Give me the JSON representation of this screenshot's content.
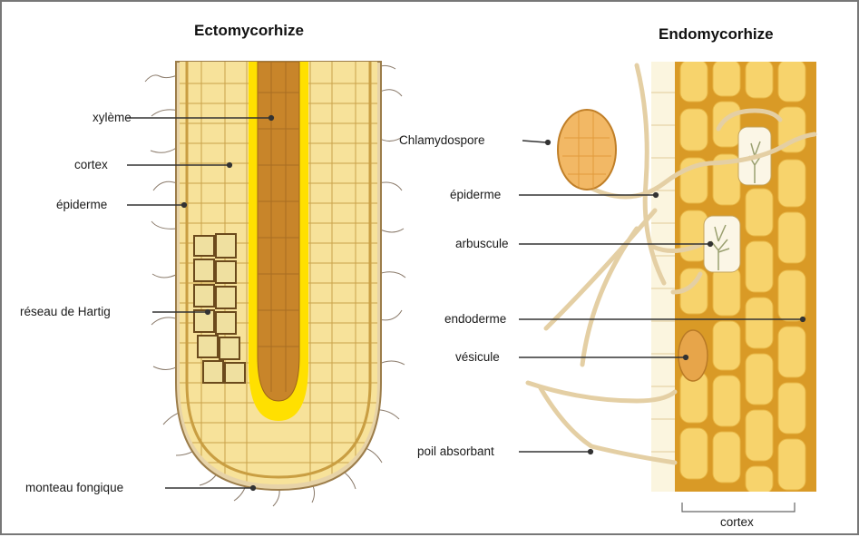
{
  "titles": {
    "ecto": "Ectomycorhize",
    "endo": "Endomycorhize"
  },
  "ecto_labels": {
    "xyleme": "xylème",
    "cortex": "cortex",
    "epiderme": "épiderme",
    "hartig": "réseau de Hartig",
    "manteau": "monteau fongique"
  },
  "endo_labels": {
    "chlamydospore": "Chlamydospore",
    "epiderme": "épiderme",
    "arbuscule": "arbuscule",
    "endoderme": "endoderme",
    "vesicule": "vésicule",
    "poil": "poil absorbant",
    "cortex": "cortex"
  },
  "colors": {
    "cell_fill": "#f7d98a",
    "cell_border": "#c98a1c",
    "central_core": "#c8852a",
    "bright_yellow": "#ffe000",
    "hypha": "#e6cfa6",
    "spore": "#f0a24a",
    "leader": "#333333"
  }
}
